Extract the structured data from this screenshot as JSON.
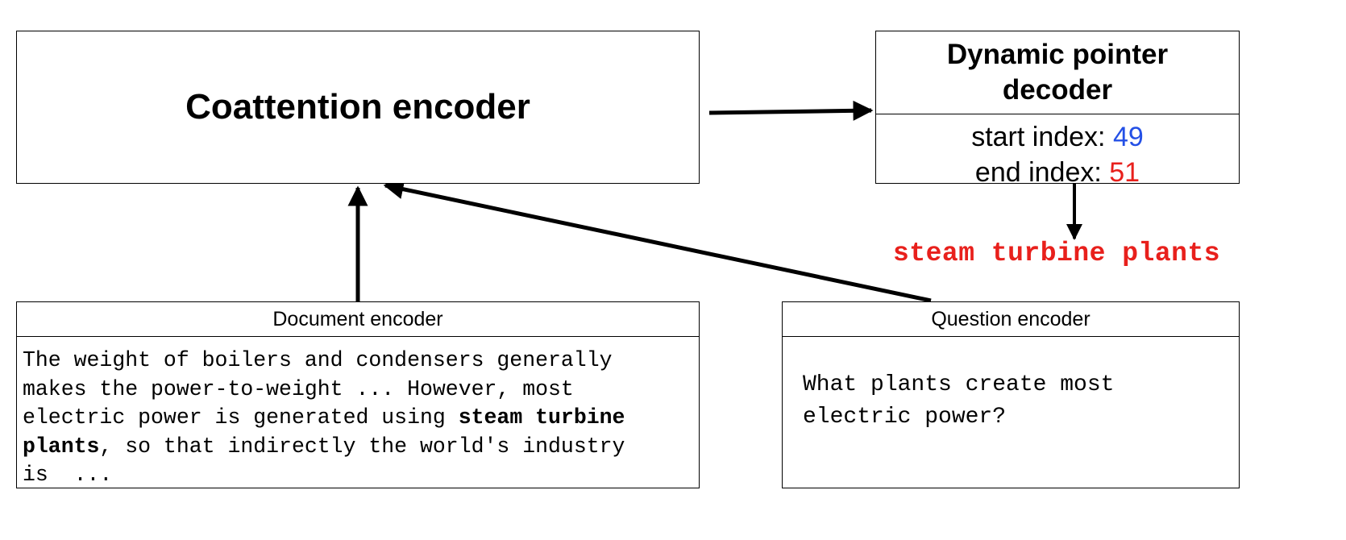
{
  "coattention": {
    "title": "Coattention encoder"
  },
  "decoder": {
    "title": "Dynamic pointer decoder",
    "start_label": "start index: ",
    "start_value": "49",
    "end_label": "end index: ",
    "end_value": "51",
    "value_colors": {
      "start": "#2450e6",
      "end": "#e8201c"
    }
  },
  "answer": {
    "text": "steam turbine plants",
    "color": "#e8201c"
  },
  "document_encoder": {
    "title": "Document encoder",
    "lines": [
      {
        "pre": "The weight of boilers and condensers generally",
        "bold": "",
        "post": ""
      },
      {
        "pre": "makes the power-to-weight ... However, most",
        "bold": "",
        "post": ""
      },
      {
        "pre": "electric power is generated using ",
        "bold": "steam turbine",
        "post": ""
      },
      {
        "pre": "",
        "bold": "plants",
        "post": ", so that indirectly the world's industry"
      },
      {
        "pre": "is  ...",
        "bold": "",
        "post": ""
      }
    ]
  },
  "question_encoder": {
    "title": "Question encoder",
    "lines": [
      "What plants create most",
      "electric power?"
    ]
  }
}
